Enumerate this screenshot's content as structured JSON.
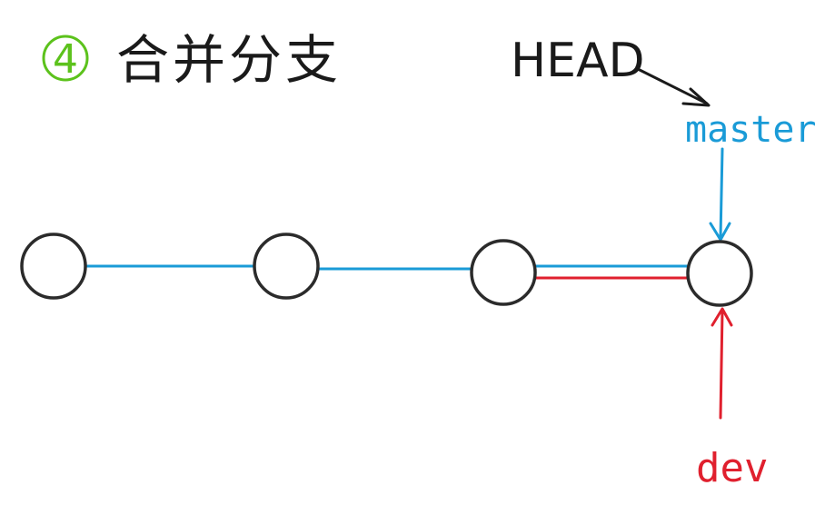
{
  "title": {
    "number": "4",
    "text": "合并分支",
    "number_color": "#5cc21c",
    "text_color": "#1a1a1a"
  },
  "labels": {
    "head": "HEAD",
    "master": "master",
    "dev": "dev"
  },
  "colors": {
    "commit_stroke": "#2b2b2b",
    "master_line": "#1a9bd7",
    "dev_line": "#e0202e",
    "head_arrow": "#1a1a1a"
  },
  "commits": [
    {
      "id": "c1"
    },
    {
      "id": "c2"
    },
    {
      "id": "c3"
    },
    {
      "id": "c4"
    }
  ]
}
